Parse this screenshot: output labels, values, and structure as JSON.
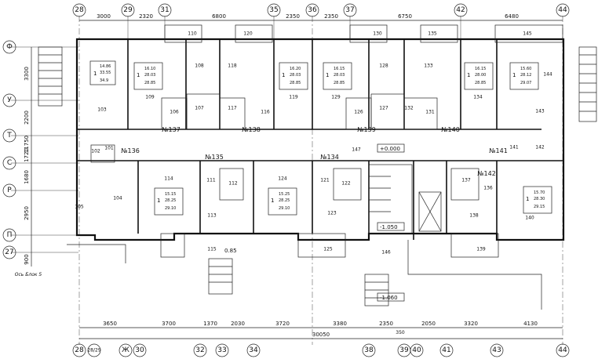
{
  "axes": {
    "top": [
      "28",
      "29",
      "31",
      "35",
      "36",
      "37",
      "42",
      "44"
    ],
    "bottom": [
      "28",
      "28/29",
      "Ж",
      "30",
      "32",
      "33",
      "34",
      "38",
      "39",
      "40",
      "41",
      "43",
      "44"
    ],
    "left": [
      "Ф",
      "У",
      "Т",
      "С",
      "Р",
      "П",
      "27"
    ]
  },
  "dims": {
    "top": [
      "3000",
      "2320",
      "6800",
      "2350",
      "2350",
      "6750",
      "6480"
    ],
    "bottom": [
      "3650",
      "3700",
      "1370",
      "2030",
      "3720",
      "3380",
      "2350",
      "350",
      "2050",
      "3320",
      "4130"
    ],
    "total": "30050",
    "left": [
      "3300",
      "2200",
      "11750",
      "1720",
      "1680",
      "2950",
      "900"
    ],
    "note": "Ось Блок 5"
  },
  "rooms": [
    "101",
    "102",
    "103",
    "104",
    "105",
    "106",
    "107",
    "108",
    "109",
    "110",
    "111",
    "112",
    "113",
    "114",
    "115",
    "116",
    "117",
    "118",
    "119",
    "120",
    "121",
    "122",
    "123",
    "124",
    "125",
    "126",
    "127",
    "128",
    "129",
    "130",
    "131",
    "132",
    "133",
    "134",
    "135",
    "136",
    "137",
    "138",
    "139",
    "140",
    "141",
    "142",
    "143",
    "144",
    "145",
    "146",
    "147"
  ],
  "apartments": [
    {
      "no": "№137",
      "rooms": "1",
      "areas": [
        "14.86",
        "33.55",
        "34.9"
      ]
    },
    {
      "no": "№138",
      "rooms": "1",
      "areas": [
        "16.10",
        "28.03",
        "28.85"
      ]
    },
    {
      "no": "№139",
      "rooms": "1",
      "areas": [
        "16.20",
        "28.03",
        "28.85"
      ]
    },
    {
      "no": "№140",
      "rooms": "1",
      "areas": [
        "16.15",
        "28.03",
        "28.85"
      ]
    },
    {
      "no": "№141",
      "rooms": "1",
      "areas": [
        "16.15",
        "28.00",
        "28.85"
      ]
    },
    {
      "no": "№136",
      "rooms": "1",
      "areas": [
        "15.60",
        "28.12",
        "29.07"
      ]
    },
    {
      "no": "№135",
      "rooms": "1",
      "areas": [
        "15.15",
        "28.25",
        "29.10"
      ]
    },
    {
      "no": "№134",
      "rooms": "1",
      "areas": [
        "15.25",
        "28.25",
        "29.10"
      ]
    },
    {
      "no": "№142",
      "rooms": "1",
      "areas": [
        "15.70",
        "28.30",
        "29.15"
      ]
    }
  ],
  "levels": [
    "+0.000",
    "-1.050",
    "-1.060",
    "0.85"
  ]
}
